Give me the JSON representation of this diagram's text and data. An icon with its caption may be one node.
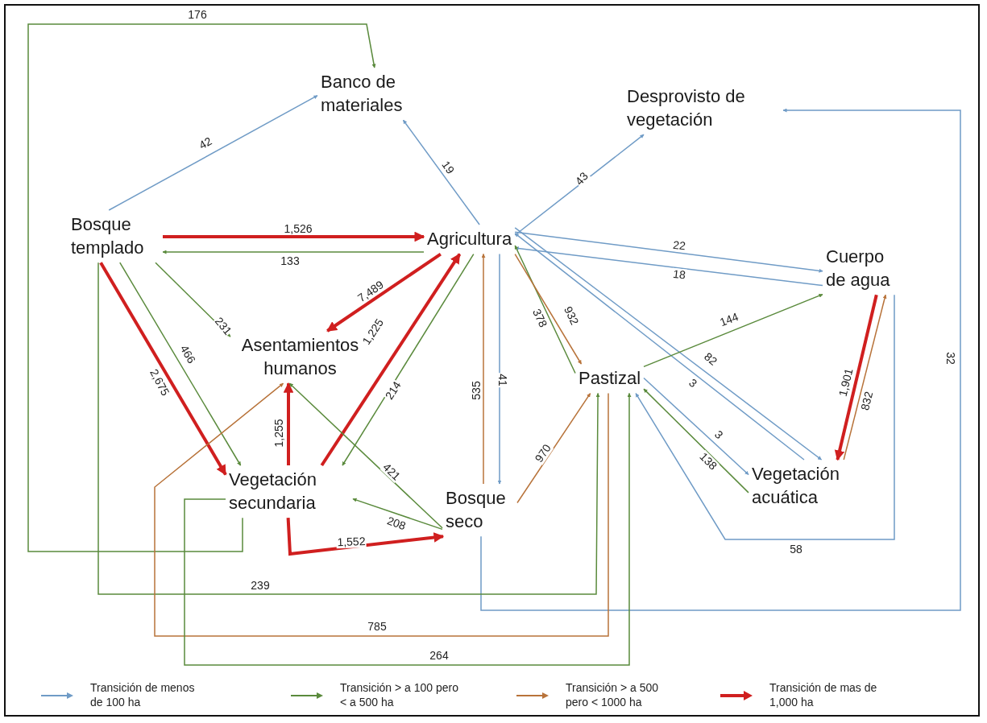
{
  "diagram": {
    "nodes": [
      {
        "text": [
          "Banco de materiales"
        ]
      },
      {
        "text": [
          "Desprovisto de vegetación"
        ]
      },
      {
        "text": [
          "Bosque templado"
        ]
      },
      {
        "text": [
          "Agricultura"
        ]
      },
      {
        "text": [
          "Cuerpo de agua"
        ]
      },
      {
        "text": [
          "Asentamientos humanos"
        ]
      },
      {
        "text": [
          "Pastizal"
        ]
      },
      {
        "text": [
          "Vegetación secundaria"
        ]
      },
      {
        "text": [
          "Bosque seco"
        ]
      },
      {
        "text": [
          "Vegetación acuática"
        ]
      }
    ],
    "edges": [
      {
        "from": 7,
        "to": 0,
        "arrow": "to",
        "label": "176"
      },
      {
        "from": 2,
        "to": 0,
        "arrow": "to",
        "label": "42",
        "color": "#6f9bc6"
      },
      {
        "from": 3,
        "to": 0,
        "arrow": "to",
        "label": "19",
        "color": "#6f9bc6"
      },
      {
        "from": 3,
        "to": 1,
        "arrow": "to",
        "label": "43",
        "color": "#6f9bc6"
      },
      {
        "from": 2,
        "to": 3,
        "arrow": "to",
        "label": "1,526",
        "style": "thick",
        "color": "#d01f1f"
      },
      {
        "from": 3,
        "to": 2,
        "arrow": "to",
        "label": "133"
      },
      {
        "from": 3,
        "to": 4,
        "arrow": "to",
        "label": "22",
        "color": "#6f9bc6"
      },
      {
        "from": 4,
        "to": 3,
        "arrow": "to",
        "label": "18",
        "color": "#6f9bc6"
      },
      {
        "from": 3,
        "to": 5,
        "arrow": "to",
        "label": "7,489",
        "style": "thick",
        "color": "#d01f1f"
      },
      {
        "from": 7,
        "to": 3,
        "arrow": "to",
        "label": "1,225",
        "style": "thick",
        "color": "#d01f1f"
      },
      {
        "from": 3,
        "to": 7,
        "arrow": "to",
        "label": "214"
      },
      {
        "from": 8,
        "to": 3,
        "arrow": "to",
        "label": "535",
        "color": "#b8733a"
      },
      {
        "from": 3,
        "to": 8,
        "arrow": "to",
        "label": "41",
        "color": "#6f9bc6"
      },
      {
        "from": 6,
        "to": 3,
        "arrow": "to",
        "label": "378"
      },
      {
        "from": 3,
        "to": 6,
        "arrow": "to",
        "label": "932",
        "color": "#b8733a"
      },
      {
        "from": 9,
        "to": 3,
        "arrow": "to",
        "label": "3",
        "color": "#6f9bc6"
      },
      {
        "from": 3,
        "to": 9,
        "arrow": "to",
        "label": "82",
        "color": "#6f9bc6"
      },
      {
        "from": 6,
        "to": 4,
        "arrow": "to",
        "label": "144"
      },
      {
        "from": 2,
        "to": 5,
        "arrow": "to",
        "label": "231"
      },
      {
        "from": 2,
        "to": 7,
        "arrow": "to",
        "label": "466"
      },
      {
        "from": 2,
        "to": 7,
        "arrow": "to",
        "label": "2,675",
        "style": "thick",
        "color": "#d01f1f"
      },
      {
        "from": 7,
        "to": 5,
        "arrow": "to",
        "label": "1,255",
        "style": "thick",
        "color": "#d01f1f"
      },
      {
        "from": 8,
        "to": 5,
        "arrow": "to",
        "label": "421"
      },
      {
        "from": 8,
        "to": 7,
        "arrow": "to",
        "label": "208"
      },
      {
        "from": 7,
        "to": 8,
        "arrow": "to",
        "label": "1,552",
        "style": "thick",
        "color": "#d01f1f"
      },
      {
        "from": 8,
        "to": 6,
        "arrow": "to",
        "label": "970",
        "color": "#b8733a"
      },
      {
        "from": 4,
        "to": 9,
        "arrow": "to",
        "label": "1,901",
        "style": "thick",
        "color": "#d01f1f"
      },
      {
        "from": 9,
        "to": 4,
        "arrow": "to",
        "label": "832",
        "color": "#b8733a"
      },
      {
        "from": 6,
        "to": 9,
        "arrow": "to",
        "label": "3",
        "color": "#6f9bc6"
      },
      {
        "from": 9,
        "to": 6,
        "arrow": "to",
        "label": "138"
      },
      {
        "from": 4,
        "to": 6,
        "arrow": "to",
        "label": "58",
        "color": "#6f9bc6"
      },
      {
        "from": 8,
        "to": 1,
        "arrow": "to",
        "label": "32",
        "color": "#6f9bc6"
      },
      {
        "from": 2,
        "to": 6,
        "arrow": "to",
        "label": "239"
      },
      {
        "from": 6,
        "to": 5,
        "arrow": "to",
        "label": "785",
        "color": "#b8733a"
      },
      {
        "from": 7,
        "to": 6,
        "arrow": "to",
        "label": "264"
      }
    ],
    "legend": [
      {
        "text": "Transición de menos de 100 ha",
        "color": "#6f9bc6"
      },
      {
        "text": "Transición > a 100 pero < a 500 ha",
        "color": "#5a8a3c"
      },
      {
        "text": "Transición > a 500 pero < 1000 ha",
        "color": "#b8733a"
      },
      {
        "text": "Transición de mas de 1,000 ha",
        "color": "#d01f1f"
      }
    ]
  }
}
